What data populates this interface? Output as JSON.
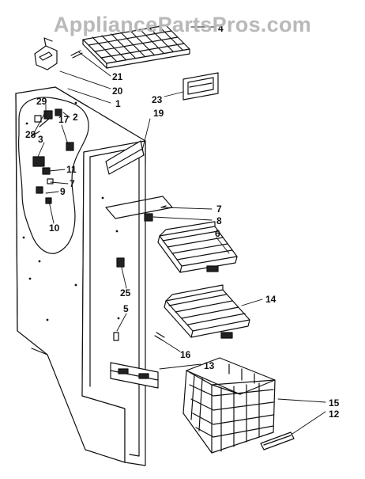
{
  "watermark": "AppliancePartsPros.com",
  "callouts": [
    {
      "id": "c4",
      "label": "4"
    },
    {
      "id": "c21",
      "label": "21"
    },
    {
      "id": "c20",
      "label": "20"
    },
    {
      "id": "c1",
      "label": "1"
    },
    {
      "id": "c23",
      "label": "23"
    },
    {
      "id": "c19",
      "label": "19"
    },
    {
      "id": "c29",
      "label": "29"
    },
    {
      "id": "c2",
      "label": "2"
    },
    {
      "id": "c17",
      "label": "17"
    },
    {
      "id": "c28",
      "label": "28"
    },
    {
      "id": "c3",
      "label": "3"
    },
    {
      "id": "c11",
      "label": "11"
    },
    {
      "id": "c7a",
      "label": "7"
    },
    {
      "id": "c9",
      "label": "9"
    },
    {
      "id": "c10",
      "label": "10"
    },
    {
      "id": "c7b",
      "label": "7"
    },
    {
      "id": "c8",
      "label": "8"
    },
    {
      "id": "c6",
      "label": "6"
    },
    {
      "id": "c25",
      "label": "25"
    },
    {
      "id": "c14",
      "label": "14"
    },
    {
      "id": "c5",
      "label": "5"
    },
    {
      "id": "c16",
      "label": "16"
    },
    {
      "id": "c13",
      "label": "13"
    },
    {
      "id": "c15",
      "label": "15"
    },
    {
      "id": "c12",
      "label": "12"
    }
  ]
}
